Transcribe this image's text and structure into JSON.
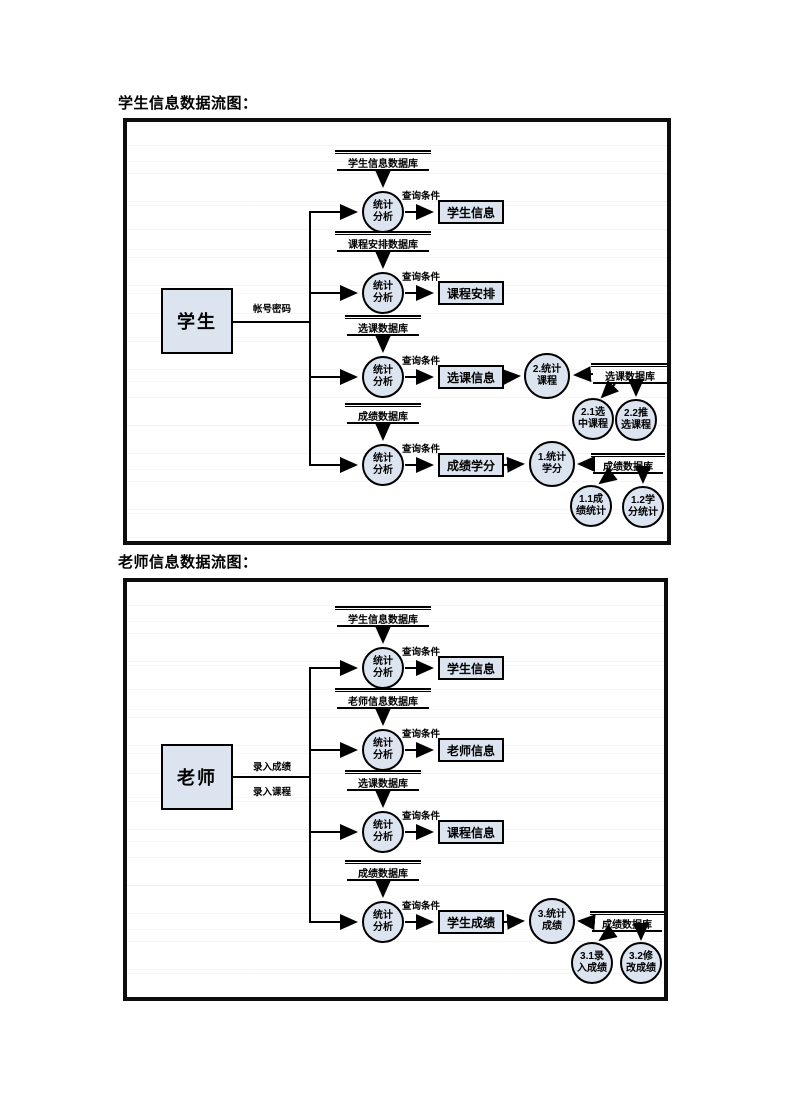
{
  "colors": {
    "node_fill": "#dce4f0",
    "line": "#000000",
    "page_bg": "#ffffff"
  },
  "titles": {
    "diagram1": "学生信息数据流图：",
    "diagram2": "老师信息数据流图："
  },
  "diagram1": {
    "actor": {
      "label": "学生"
    },
    "actor_flow": {
      "label": "帐号密码"
    },
    "rows": [
      {
        "store": "学生信息数据库",
        "process": "统计\n分析",
        "condition": "查询条件",
        "result": "学生信息"
      },
      {
        "store": "课程安排数据库",
        "process": "统计\n分析",
        "condition": "查询条件",
        "result": "课程安排"
      },
      {
        "store": "选课数据库",
        "process": "统计\n分析",
        "condition": "查询条件",
        "result": "选课信息"
      },
      {
        "store": "成绩数据库",
        "process": "统计\n分析",
        "condition": "查询条件",
        "result": "成绩学分"
      }
    ],
    "sub_course": {
      "process": "2.统计\n课程",
      "store": "选课数据库",
      "children": [
        "2.1选\n中课程",
        "2.2推\n选课程"
      ]
    },
    "sub_credit": {
      "process": "1.统计\n学分",
      "store": "成绩数据库",
      "children": [
        "1.1成\n绩统计",
        "1.2学\n分统计"
      ]
    }
  },
  "diagram2": {
    "actor": {
      "label": "老师"
    },
    "actor_flows": [
      "录入成绩",
      "录入课程"
    ],
    "rows": [
      {
        "store": "学生信息数据库",
        "process": "统计\n分析",
        "condition": "查询条件",
        "result": "学生信息"
      },
      {
        "store": "老师信息数据库",
        "process": "统计\n分析",
        "condition": "查询条件",
        "result": "老师信息"
      },
      {
        "store": "选课数据库",
        "process": "统计\n分析",
        "condition": "查询条件",
        "result": "课程信息"
      },
      {
        "store": "成绩数据库",
        "process": "统计\n分析",
        "condition": "查询条件",
        "result": "学生成绩"
      }
    ],
    "sub_score": {
      "process": "3.统计\n成绩",
      "store": "成绩数据库",
      "children": [
        "3.1录\n入成绩",
        "3.2修\n改成绩"
      ]
    }
  }
}
